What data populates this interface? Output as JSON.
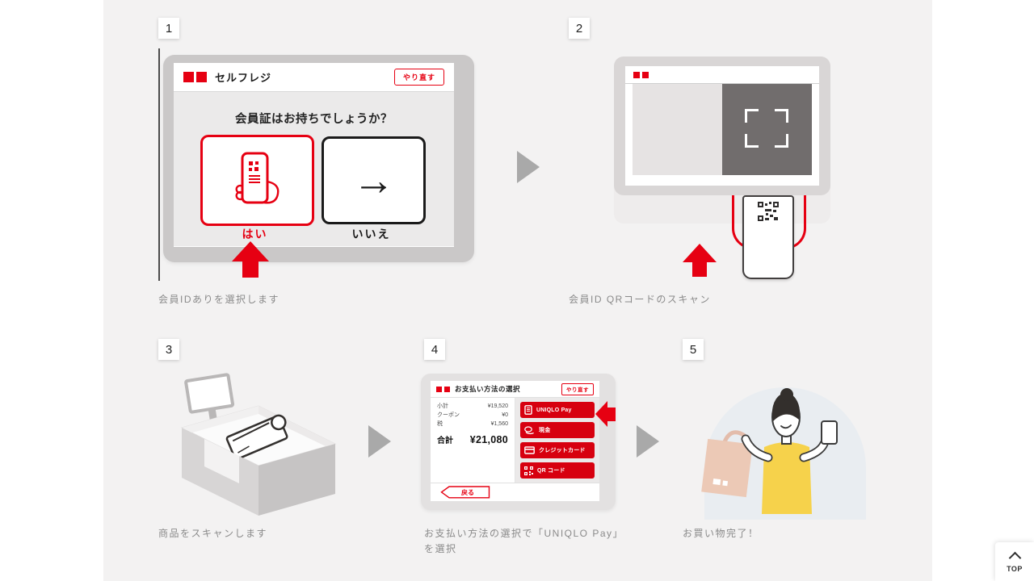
{
  "page": {
    "background": "#ffffff",
    "content_background": "#f3f2f2",
    "brand_red": "#e60012",
    "payment_button_red": "#d7000f",
    "caption_color": "#8a8a8a"
  },
  "back_to_top": {
    "label": "TOP",
    "icon": "chevron-up-icon"
  },
  "steps": [
    {
      "number": "1",
      "caption": "会員IDありを選択します",
      "screen": {
        "title": "セルフレジ",
        "redo_button": "やり直す",
        "question": "会員証はお持ちでしょうか？",
        "yes_label": "はい",
        "no_label": "いいえ",
        "no_icon": "→"
      }
    },
    {
      "number": "2",
      "caption": "会員ID QRコードのスキャン"
    },
    {
      "number": "3",
      "caption": "商品をスキャンします"
    },
    {
      "number": "4",
      "caption": "お支払い方法の選択で「UNIQLO Pay」を選択",
      "screen": {
        "title": "お支払い方法の選択",
        "redo_button": "やり直す",
        "totals": [
          {
            "label": "小計",
            "value": "¥19,520"
          },
          {
            "label": "クーポン",
            "value": "¥0"
          },
          {
            "label": "税",
            "value": "¥1,560"
          }
        ],
        "total_label": "合計",
        "total_value": "¥21,080",
        "payment_methods": [
          "UNIQLO Pay",
          "現金",
          "クレジットカード",
          "QR コード"
        ],
        "back_button": "戻る"
      }
    },
    {
      "number": "5",
      "caption": "お買い物完了！"
    }
  ]
}
